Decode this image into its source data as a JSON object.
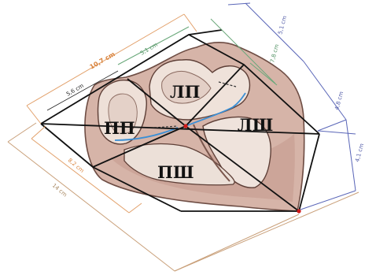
{
  "chambers": {
    "left_atrium": "ЛП",
    "right_atrium": "ПП",
    "left_ventricle": "ЛШ",
    "right_ventricle": "ПШ"
  },
  "dimensions": {
    "overall_width": "10,7 cm",
    "atria_left_width": "5,6 cm",
    "atria_right_width": "5,1 cm",
    "right_height_top": "5,1 cm",
    "right_height_atrium": "7,8 cm",
    "right_height_middle": "4,8 cm",
    "right_height_bottom": "4,1 cm",
    "left_height_inner": "8,2 cm",
    "left_height_outer": "14 cm"
  },
  "colors": {
    "dim_orange": "#e2a06a",
    "dim_green": "#6aa87a",
    "dim_blue": "#5a66b8",
    "frame": "#111111",
    "valve_line": "#3a8fd6",
    "apex_point": "#d01818",
    "heart_tissue": "#cfa79b"
  }
}
